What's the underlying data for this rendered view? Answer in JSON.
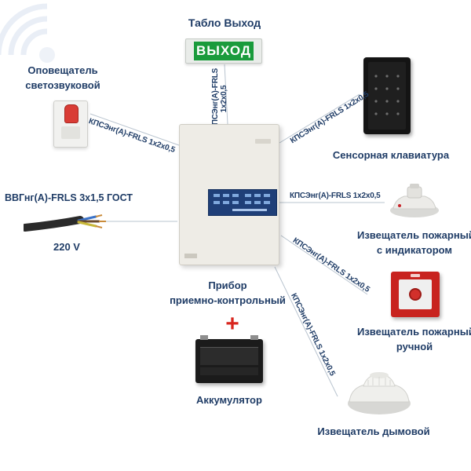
{
  "devices": {
    "exit_sign": {
      "label": "Табло Выход",
      "sign_text": "ВЫХОД"
    },
    "siren": {
      "label_lines": [
        "Оповещатель",
        "светозвуковой"
      ]
    },
    "keypad": {
      "label": "Сенсорная клавиатура"
    },
    "power": {
      "cable_label": "ВВГнг(А)-FRLS 3х1,5 ГОСТ",
      "voltage": "220 V"
    },
    "heat_detector": {
      "label_lines": [
        "Извещатель пожарный",
        "с индикатором"
      ]
    },
    "panel": {
      "label_lines": [
        "Прибор",
        "приемно-контрольный"
      ]
    },
    "manual_call_point": {
      "label_lines": [
        "Извещатель пожарный",
        "ручной"
      ]
    },
    "battery": {
      "plus": "+",
      "label": "Аккумулятор"
    },
    "smoke_detector": {
      "label": "Извещатель дымовой"
    }
  },
  "cables": {
    "to_siren": "КПСЭнг(А)-FRLS 1х2х0,5",
    "to_exit_sign_lines": [
      "КПСЭнг(А)-FRLS",
      "1х2х0,5"
    ],
    "to_keypad": "КПСЭнг(А)-FRLS 1х2х0,5",
    "to_heat_detector": "КПСЭнг(А)-FRLS 1х2х0,5",
    "to_manual_call_point": "КПСЭнг(А)-FRLS 1х2х0,5",
    "to_smoke_detector": "КПСЭнг(А)-FRLS 1х2х0,5"
  },
  "colors": {
    "label_text": "#1f3c66",
    "exit_sign_green": "#1a9b3c",
    "battery_plus": "#d8261e",
    "panel_display": "#1f3f78",
    "wire": "#b9c4cf"
  }
}
